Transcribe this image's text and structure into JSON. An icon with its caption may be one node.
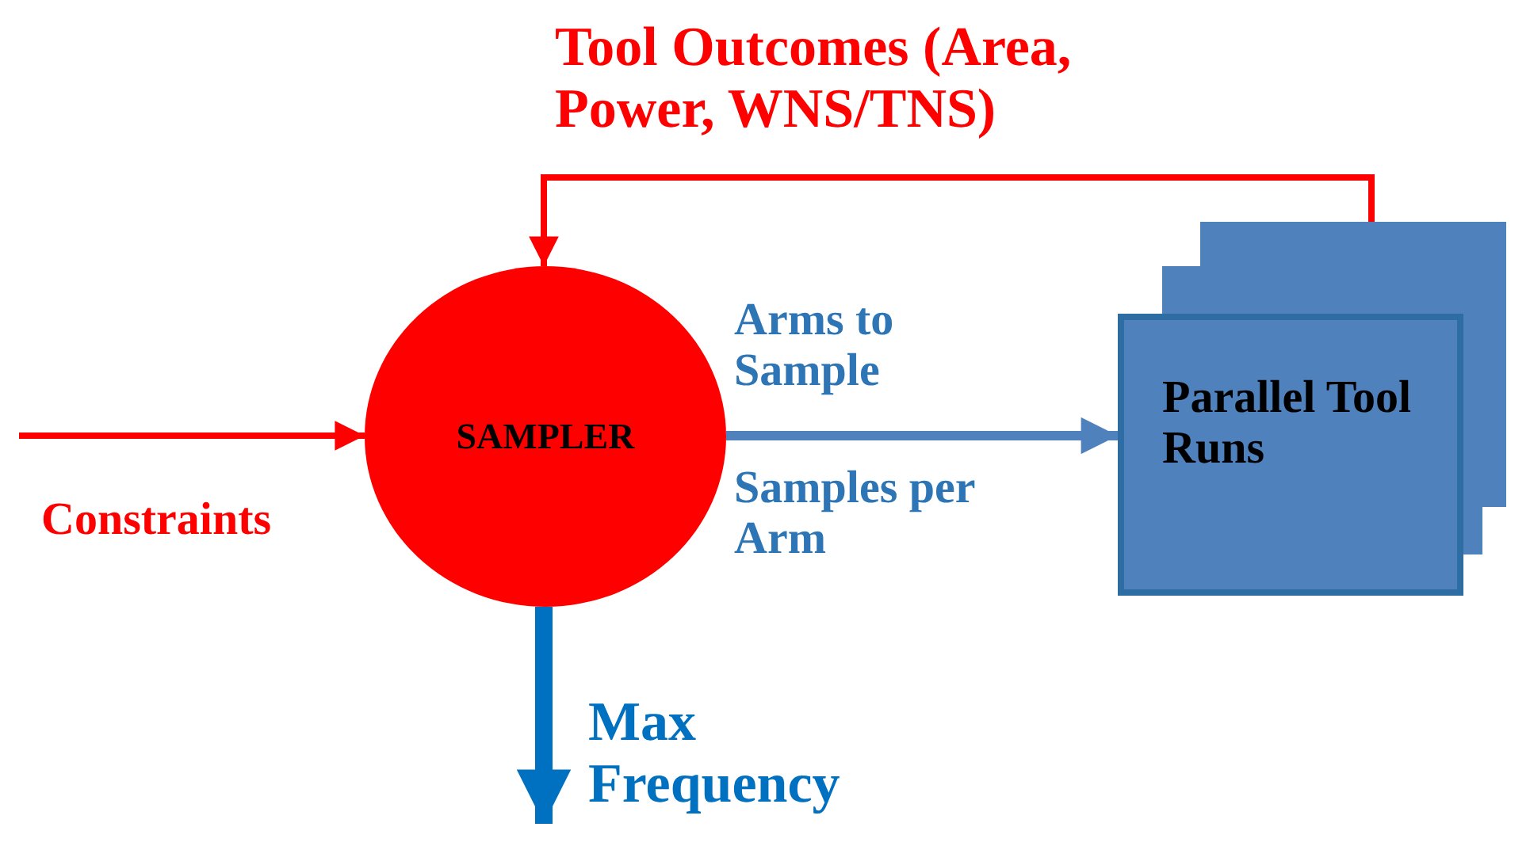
{
  "diagram": {
    "nodes": [
      {
        "text": [
          "SAMPLER"
        ]
      },
      {
        "text": [
          "Parallel Tool Runs"
        ]
      }
    ],
    "edges": [
      {
        "from": null,
        "to": 0,
        "arrow": "to",
        "label": "Constraints"
      },
      {
        "from": 0,
        "to": 1,
        "arrow": "to",
        "label": "Arms to Sample",
        "color": "#4f81bd"
      },
      {
        "from": 1,
        "to": 0,
        "arrow": "to",
        "label": "Tool Outcomes (Area, Power, WNS/TNS)"
      },
      {
        "from": 0,
        "to": null,
        "arrow": "to",
        "label": "Max Frequency",
        "style": "thick",
        "color": "#0070c0"
      }
    ],
    "labels": [
      "Samples per Arm"
    ]
  }
}
